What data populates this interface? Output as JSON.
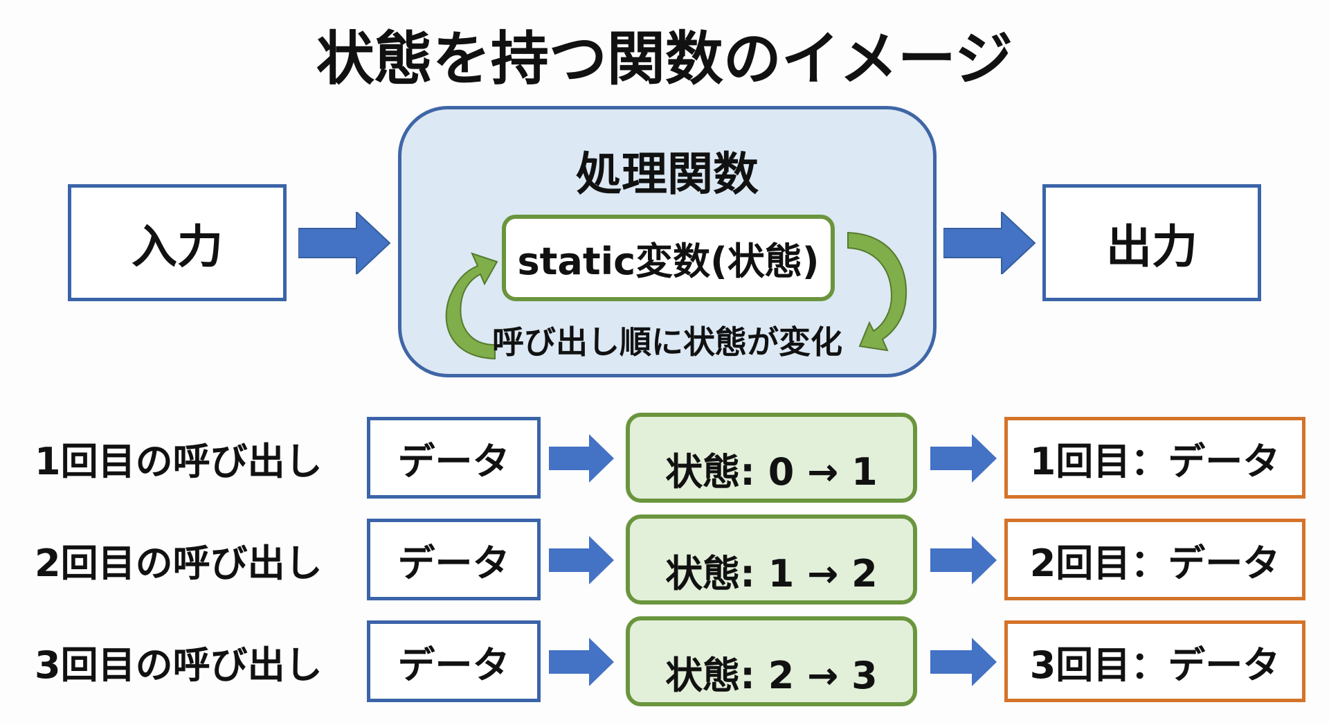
{
  "title": "状態を持つ関数のイメージ",
  "top": {
    "input": "入力",
    "function": "処理関数",
    "static_var": "static変数(状態)",
    "cycle_note": "呼び出し順に状態が変化",
    "output": "出力"
  },
  "rows": [
    {
      "label": "1回目の呼び出し",
      "input": "データ",
      "state": "状態: 0 → 1",
      "output": "1回目：データ"
    },
    {
      "label": "2回目の呼び出し",
      "input": "データ",
      "state": "状態: 1 → 2",
      "output": "2回目：データ"
    },
    {
      "label": "3回目の呼び出し",
      "input": "データ",
      "state": "状態: 2 → 3",
      "output": "3回目：データ"
    }
  ],
  "colors": {
    "blue": "#3b64a8",
    "arrow": "#4472c4",
    "green": "#6a953e",
    "green_fill": "#e2efd9",
    "orange": "#d4732a",
    "panel": "#dce8f3"
  }
}
